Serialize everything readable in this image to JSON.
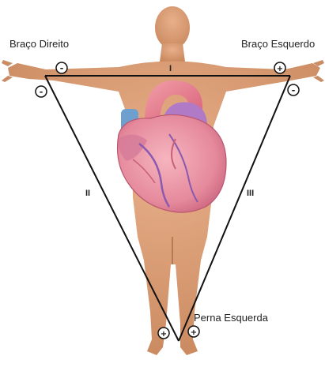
{
  "labels": {
    "right_arm": "Braço Direito",
    "left_arm": "Braço Esquerdo",
    "left_leg": "Perna Esquerda"
  },
  "leads": {
    "lead_1": "I",
    "lead_2": "II",
    "lead_3": "III"
  },
  "electrode_signs": {
    "right_arm_lead_1": "-",
    "right_arm_lead_2": "-",
    "left_arm_lead_1": "+",
    "left_arm_lead_3": "-",
    "left_leg_lead_2": "+",
    "left_leg_lead_3": "+"
  },
  "colors": {
    "skin": "#d99c73",
    "skin_shadow": "#c0825a",
    "heart": "#e98a9a",
    "heart_dark": "#c9607a",
    "vessel_blue": "#6d9fcf",
    "vessel_purple": "#a07ac0",
    "line": "#111111"
  },
  "icons": {
    "electrode": "circle-electrode-icon",
    "heart": "anatomical-heart-icon",
    "body": "human-body-silhouette"
  }
}
